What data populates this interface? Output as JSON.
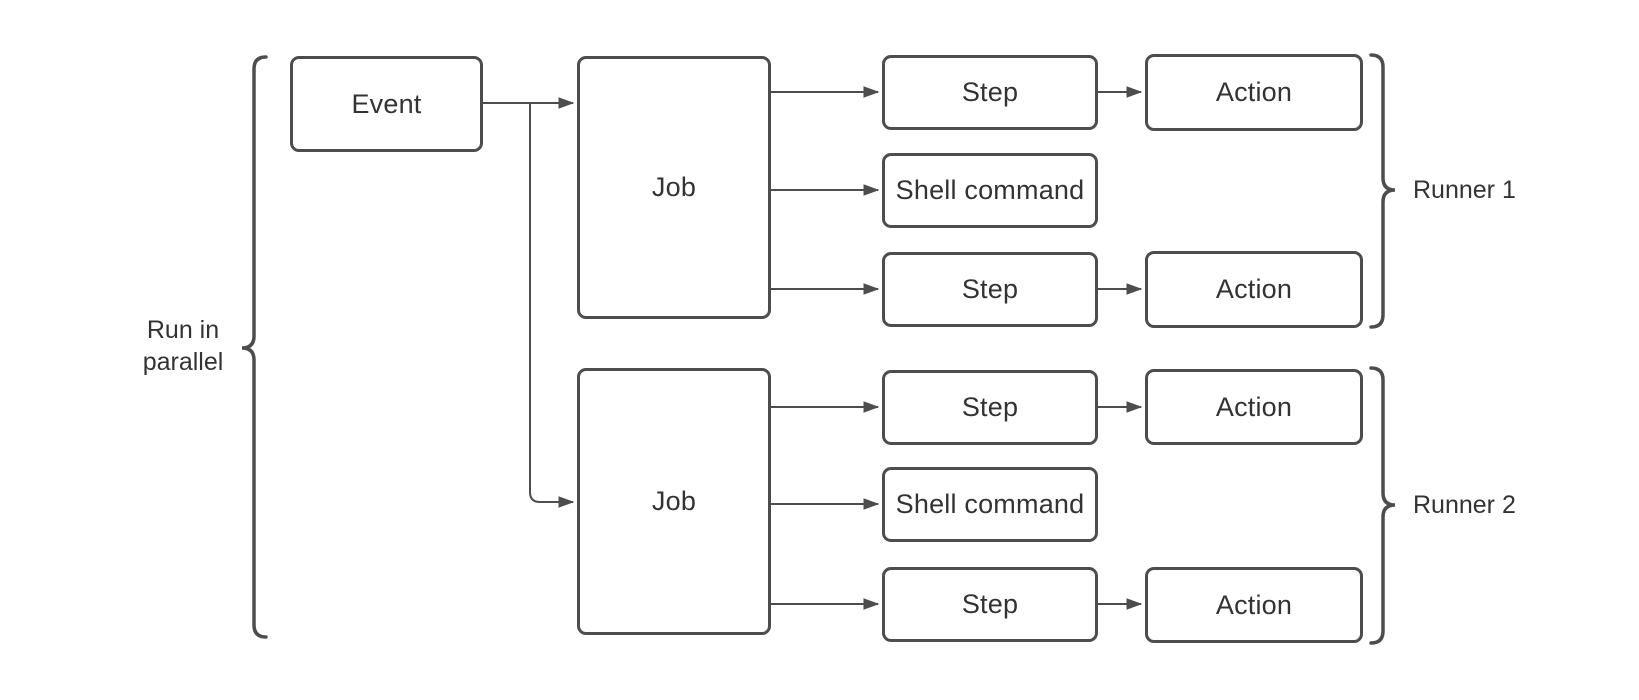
{
  "diagram": {
    "colors": {
      "stroke": "#4d4d4d",
      "text": "#333333",
      "background": "#ffffff"
    },
    "nodes": {
      "event": "Event",
      "job_1": "Job",
      "job_2": "Job",
      "runner1_step_1": "Step",
      "runner1_shell_command": "Shell command",
      "runner1_step_2": "Step",
      "runner1_action_1": "Action",
      "runner1_action_2": "Action",
      "runner2_step_1": "Step",
      "runner2_shell_command": "Shell command",
      "runner2_step_2": "Step",
      "runner2_action_1": "Action",
      "runner2_action_2": "Action"
    },
    "annotations": {
      "left_brace_label": "Run in\nparallel",
      "right_brace_top_label": "Runner 1",
      "right_brace_bottom_label": "Runner 2"
    },
    "edges": [
      {
        "from": "event",
        "to": "job_1"
      },
      {
        "from": "event",
        "to": "job_2"
      },
      {
        "from": "job_1",
        "to": "runner1_step_1"
      },
      {
        "from": "job_1",
        "to": "runner1_shell_command"
      },
      {
        "from": "job_1",
        "to": "runner1_step_2"
      },
      {
        "from": "runner1_step_1",
        "to": "runner1_action_1"
      },
      {
        "from": "runner1_step_2",
        "to": "runner1_action_2"
      },
      {
        "from": "job_2",
        "to": "runner2_step_1"
      },
      {
        "from": "job_2",
        "to": "runner2_shell_command"
      },
      {
        "from": "job_2",
        "to": "runner2_step_2"
      },
      {
        "from": "runner2_step_1",
        "to": "runner2_action_1"
      },
      {
        "from": "runner2_step_2",
        "to": "runner2_action_2"
      }
    ]
  }
}
